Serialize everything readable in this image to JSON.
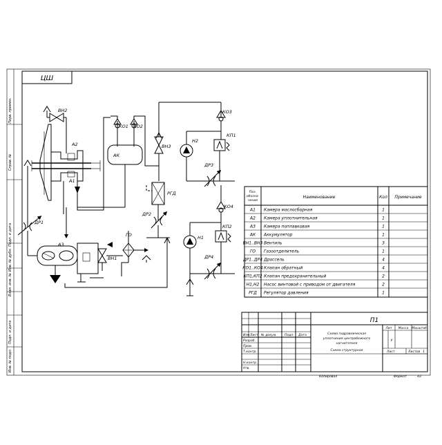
{
  "sheet_code": "ЦШ",
  "side_stamp": [
    "Перв. примен.",
    "Справ. №",
    "Подп. и дата",
    "Инв. № дубл.",
    "Взам. инв. №",
    "Подп. и дата",
    "Инв. № подл."
  ],
  "diagram_labels": {
    "vn2": "ВН2",
    "a2": "А2",
    "a1": "А1",
    "ko1": "КО1",
    "ko2": "КО2",
    "ak": "АК",
    "vn3": "ВН3",
    "ko3": "КО3",
    "n2": "Н2",
    "kp1": "КП1",
    "dr3": "ДР3",
    "rgd": "РГД",
    "dr2": "ДР2",
    "ko4": "КО4",
    "kp2": "КП2",
    "n1": "Н1",
    "dr4": "ДР4",
    "dr1": "ДР1",
    "a3": "А3",
    "vn1": "ВН1",
    "go": "ГО"
  },
  "parts_table": {
    "headers": {
      "pos": [
        "Поз.",
        "обозна-",
        "чение"
      ],
      "name": "Наименование",
      "qty": "Кол",
      "note": "Примечание"
    },
    "rows": [
      {
        "pos": "А1",
        "name": "Камера маслосборная",
        "qty": "1"
      },
      {
        "pos": "А2",
        "name": "Камера уплотнительная",
        "qty": "1"
      },
      {
        "pos": "А3",
        "name": "Камера поплавковая",
        "qty": "1"
      },
      {
        "pos": "АК",
        "name": "Аккумулятор",
        "qty": "1"
      },
      {
        "pos": "ВН1..ВН3",
        "name": "Вентиль",
        "qty": "3"
      },
      {
        "pos": "ГО",
        "name": "Газоотделитель",
        "qty": "1"
      },
      {
        "pos": "ДР1..ДР4",
        "name": "Дроссель",
        "qty": "4"
      },
      {
        "pos": "КО1..КО4",
        "name": "Клапан обратный",
        "qty": "4"
      },
      {
        "pos": "КП1,КП2",
        "name": "Клапан предохранительный",
        "qty": "2"
      },
      {
        "pos": "Н1,Н2",
        "name": "Насос винтовой с приводом от двигателя",
        "qty": "2"
      },
      {
        "pos": "РГД",
        "name": "Регулятор давления",
        "qty": "1"
      }
    ]
  },
  "title_block": {
    "doc_code": "П1",
    "title_lines": [
      "Схема гидравлическая",
      "уплотнения центробежного",
      "нагнетателя",
      "Схема структурная"
    ],
    "col_labels": {
      "izm": "Изм",
      "list": "Лист",
      "doc": "№ докум.",
      "sign": "Подп.",
      "date": "Дата"
    },
    "roles": {
      "razrab": "Разраб.",
      "prov": "Пров.",
      "tkontr": "Т.контр.",
      "nkontr": "Н.контр.",
      "utv": "Утв."
    },
    "lit": "Лит",
    "lit_value": "У",
    "mass": "Масса",
    "scale": "Масштаб",
    "sheet": "Лист",
    "sheets": "Листов",
    "sheets_value": "1",
    "copied": "Копировал",
    "format": "Формат",
    "format_value": "А3"
  }
}
